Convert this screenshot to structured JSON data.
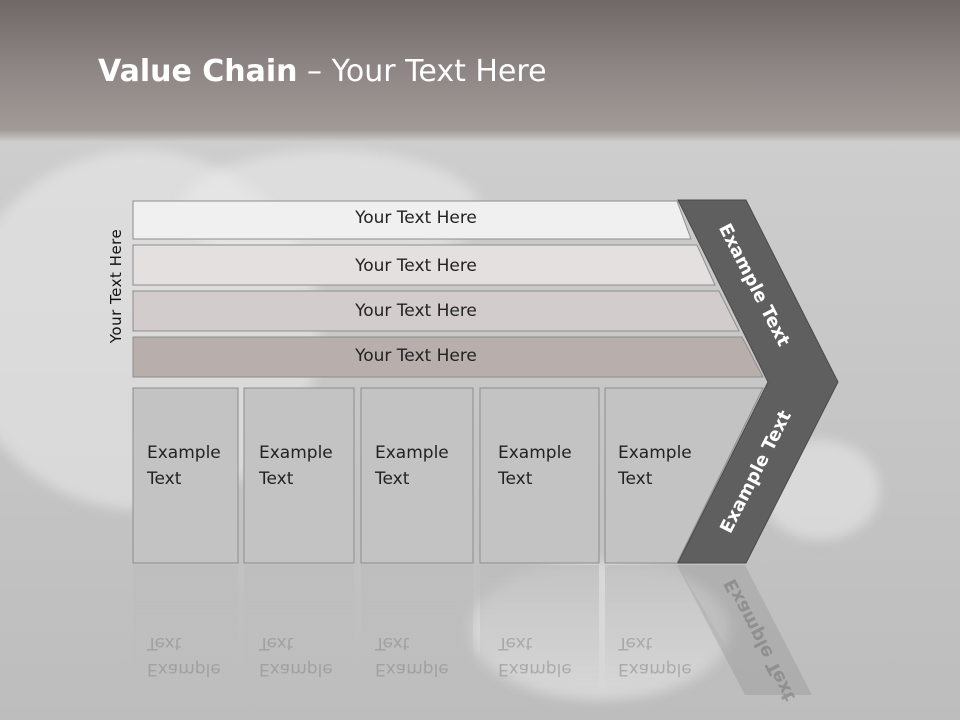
{
  "slide": {
    "title_bold": "Value Chain",
    "title_rest": " – Your Text Here",
    "side_label": "Your Text Here"
  },
  "rows": [
    {
      "label": "Your Text Here",
      "color": "#f1f0f1"
    },
    {
      "label": "Your Text Here",
      "color": "#e4e0df"
    },
    {
      "label": "Your Text Here",
      "color": "#d2cccc"
    },
    {
      "label": "Your Text Here",
      "color": "#b8aeac"
    }
  ],
  "boxes": [
    {
      "line1": "Example",
      "line2": "Text"
    },
    {
      "line1": "Example",
      "line2": "Text"
    },
    {
      "line1": "Example",
      "line2": "Text"
    },
    {
      "line1": "Example",
      "line2": "Text"
    },
    {
      "line1": "Example",
      "line2": "Text"
    }
  ],
  "chevron": {
    "top_label": "Example Text",
    "bottom_label": "Example Text",
    "color": "#5f5f5f"
  }
}
